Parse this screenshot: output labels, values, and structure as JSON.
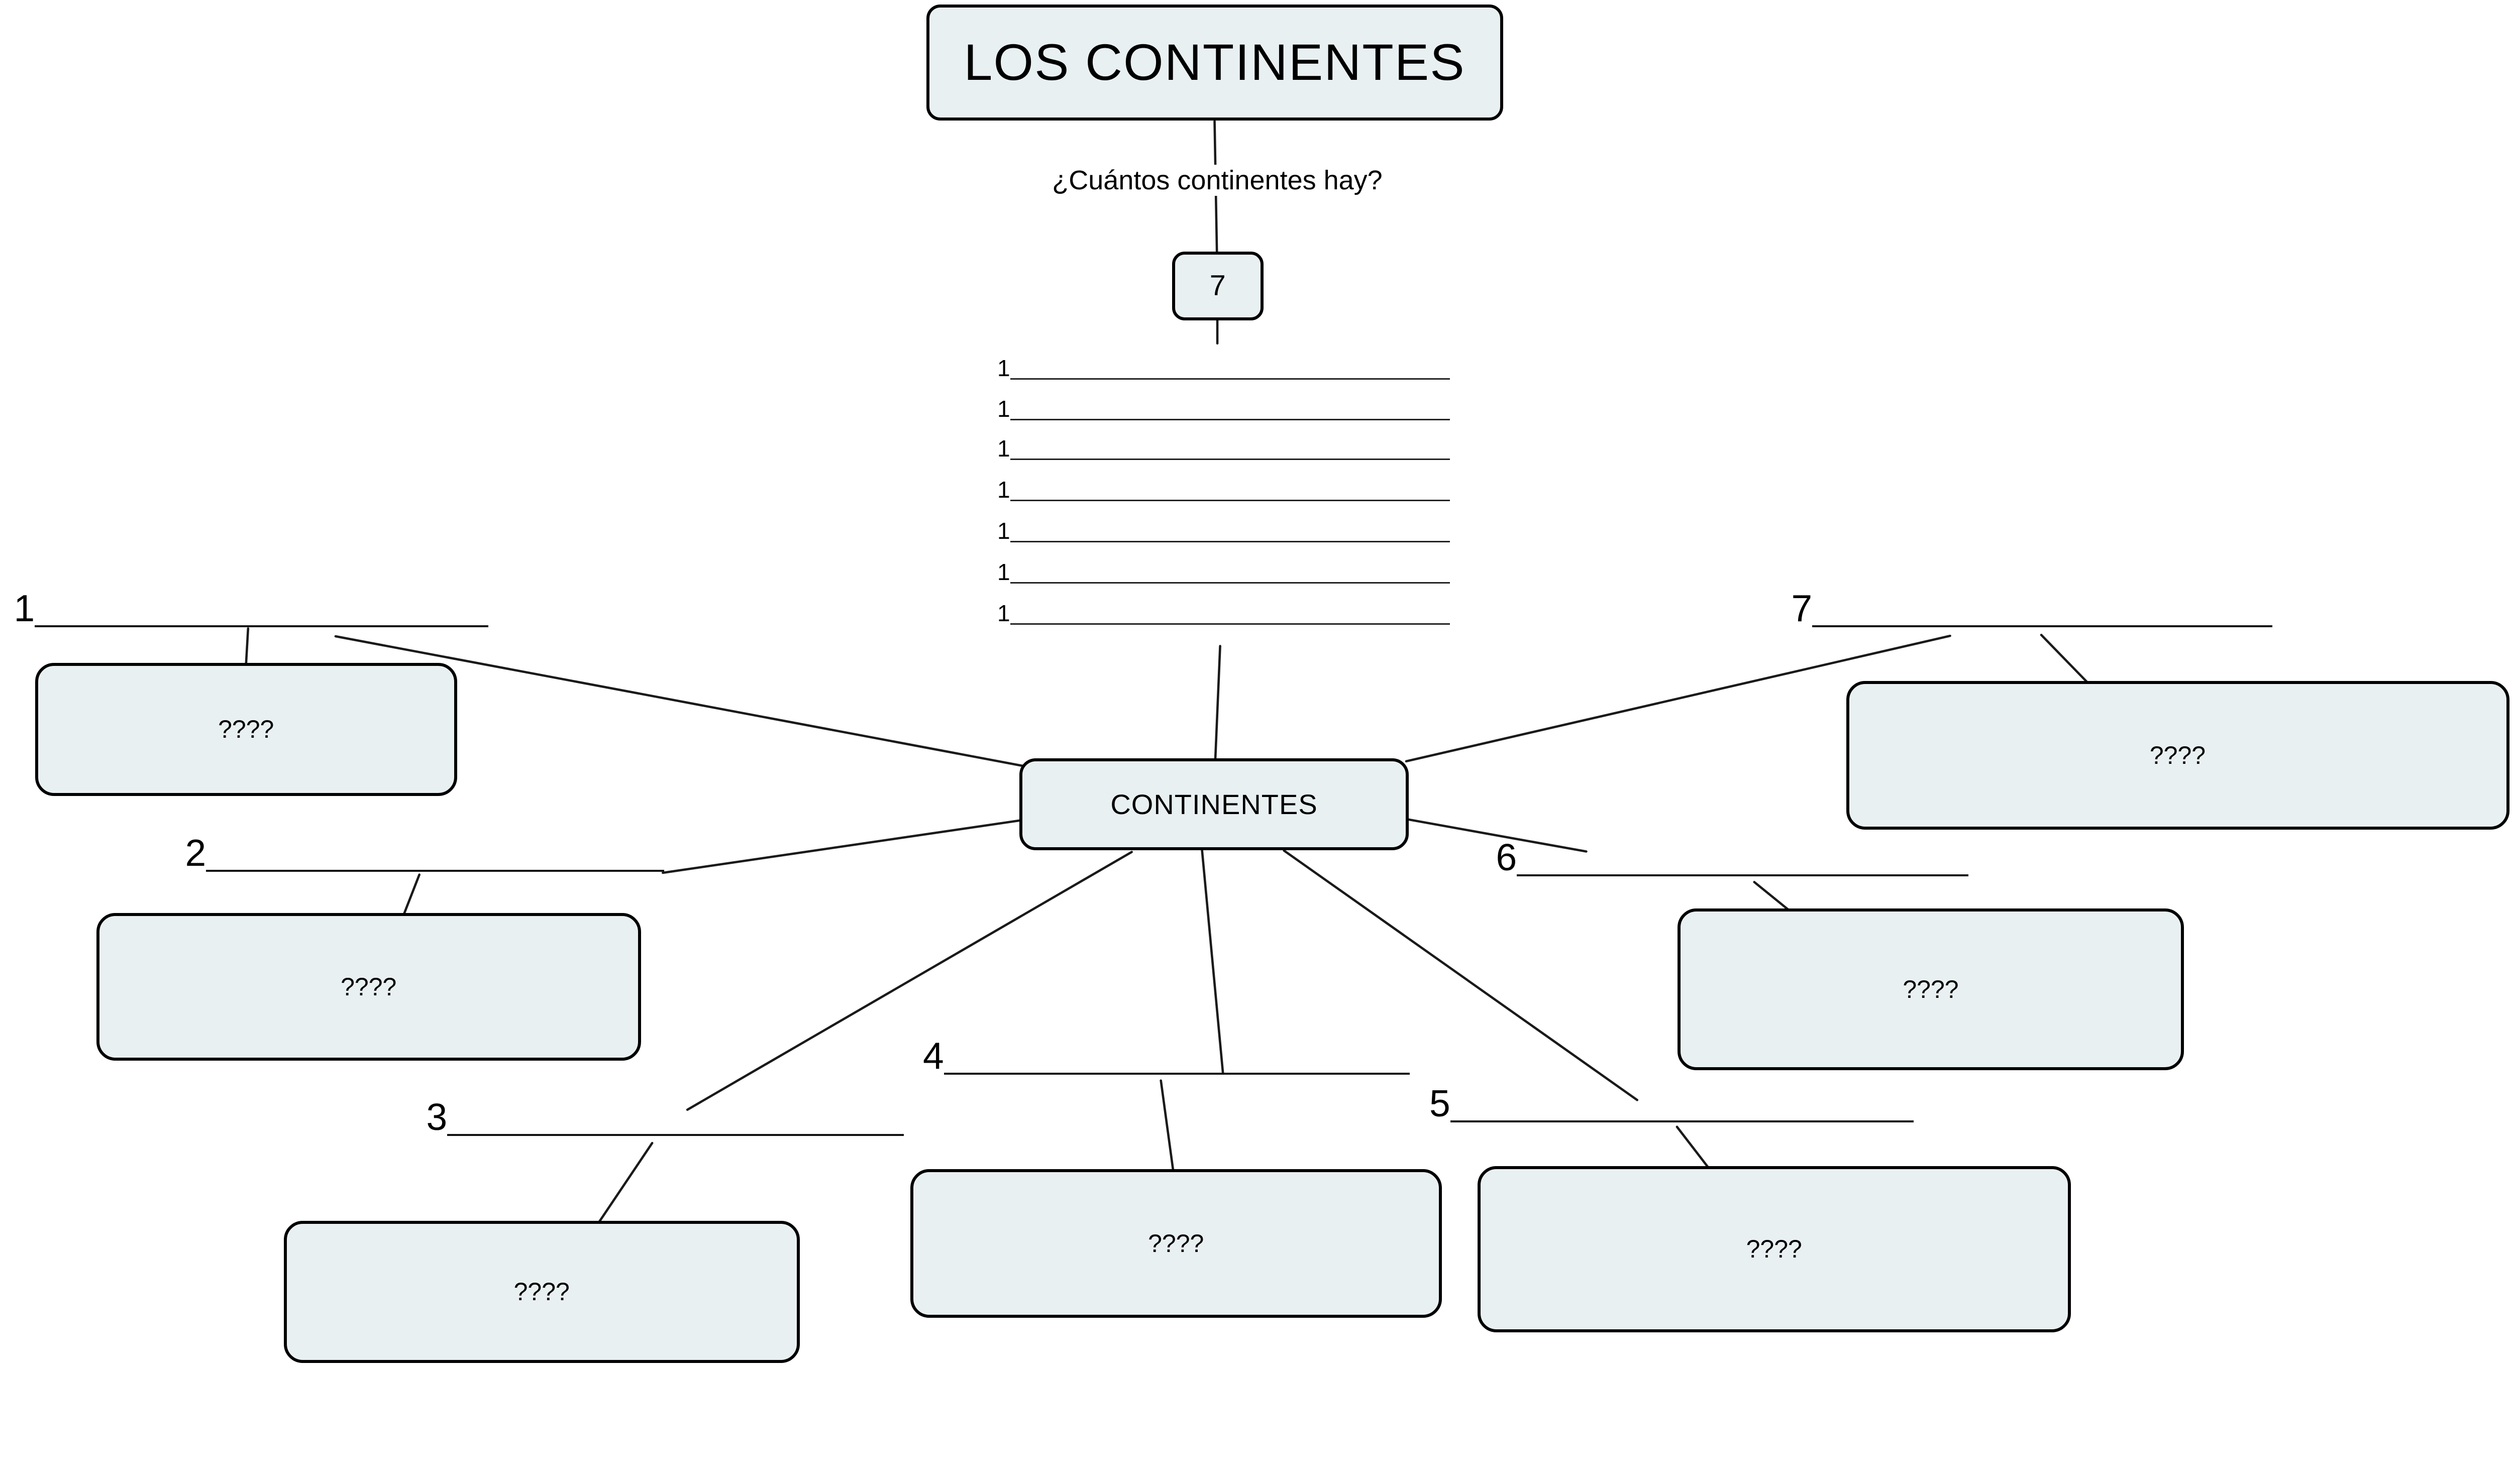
{
  "title": "LOS CONTINENTES",
  "question": "¿Cuántos continentes hay?",
  "answer": "7",
  "center_label": "CONTINENTES",
  "blanks": {
    "items": [
      {
        "label": "1"
      },
      {
        "label": "1"
      },
      {
        "label": "1"
      },
      {
        "label": "1"
      },
      {
        "label": "1"
      },
      {
        "label": "1"
      },
      {
        "label": "1"
      }
    ]
  },
  "branches": [
    {
      "number": "1",
      "value": "????"
    },
    {
      "number": "2",
      "value": "????"
    },
    {
      "number": "3",
      "value": "????"
    },
    {
      "number": "4",
      "value": "????"
    },
    {
      "number": "5",
      "value": "????"
    },
    {
      "number": "6",
      "value": "????"
    },
    {
      "number": "7",
      "value": "????"
    }
  ],
  "colors": {
    "node_fill": "#e9f0f2",
    "node_border": "#000000",
    "connector": "#1a1a1a"
  }
}
